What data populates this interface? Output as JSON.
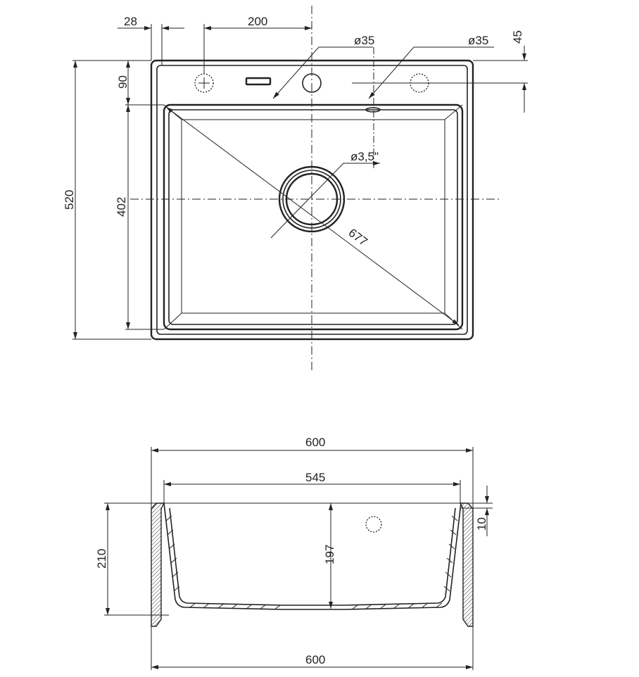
{
  "top_view": {
    "dim_28": "28",
    "dim_200": "200",
    "dim_tap_hole_1": "ø35",
    "dim_tap_hole_2": "ø35",
    "dim_45": "45",
    "dim_90": "90",
    "dim_520": "520",
    "dim_402": "402",
    "dim_drain": "ø3,5\"",
    "dim_diagonal": "677"
  },
  "side_view": {
    "dim_600_top": "600",
    "dim_545": "545",
    "dim_210": "210",
    "dim_197": "197",
    "dim_10": "10",
    "dim_600_bottom": "600"
  }
}
